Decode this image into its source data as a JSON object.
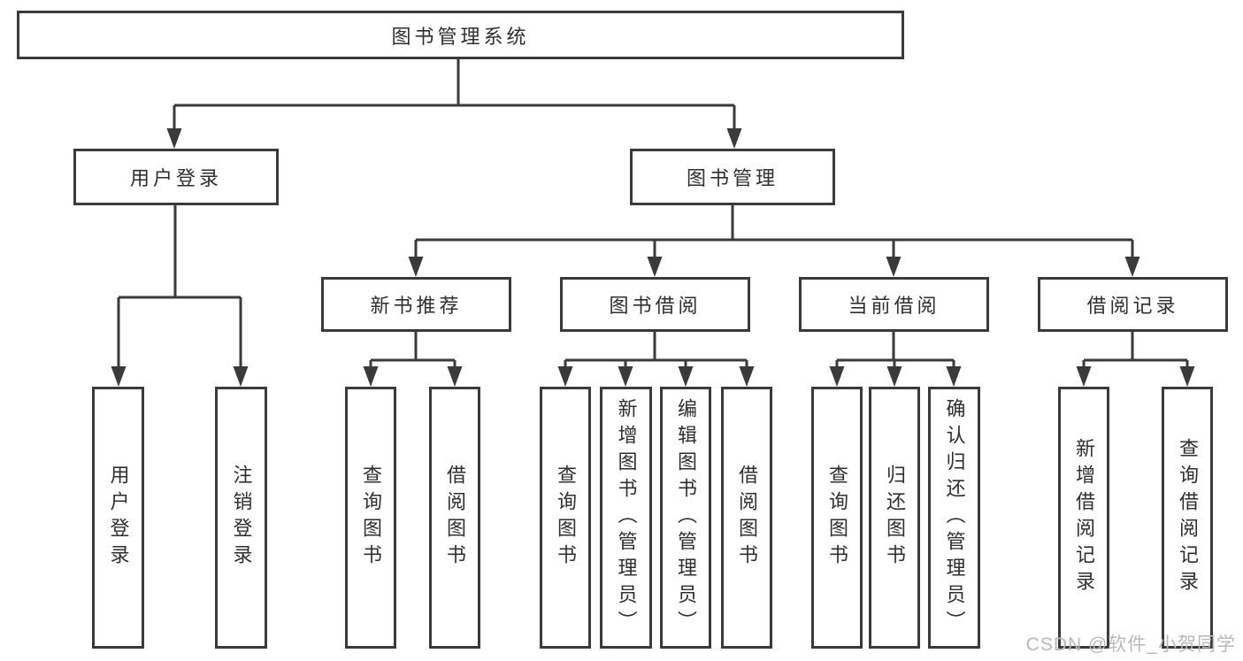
{
  "colors": {
    "line": "#3a3a3a",
    "text": "#2f2f2f",
    "watermark": "#b9b9b9",
    "background": "#ffffff"
  },
  "watermark": "CSDN @软件_小贺同学",
  "tree": {
    "label": "图书管理系统",
    "children": [
      {
        "label": "用户登录",
        "children": [
          {
            "label": "用户登录"
          },
          {
            "label": "注销登录"
          }
        ]
      },
      {
        "label": "图书管理",
        "children": [
          {
            "label": "新书推荐",
            "children": [
              {
                "label": "查询图书"
              },
              {
                "label": "借阅图书"
              }
            ]
          },
          {
            "label": "图书借阅",
            "children": [
              {
                "label": "查询图书"
              },
              {
                "label": "新增图书（管理员）"
              },
              {
                "label": "编辑图书（管理员）"
              },
              {
                "label": "借阅图书"
              }
            ]
          },
          {
            "label": "当前借阅",
            "children": [
              {
                "label": "查询图书"
              },
              {
                "label": "归还图书"
              },
              {
                "label": "确认归还（管理员）"
              }
            ]
          },
          {
            "label": "借阅记录",
            "children": [
              {
                "label": "新增借阅记录"
              },
              {
                "label": "查询借阅记录"
              }
            ]
          }
        ]
      }
    ]
  }
}
